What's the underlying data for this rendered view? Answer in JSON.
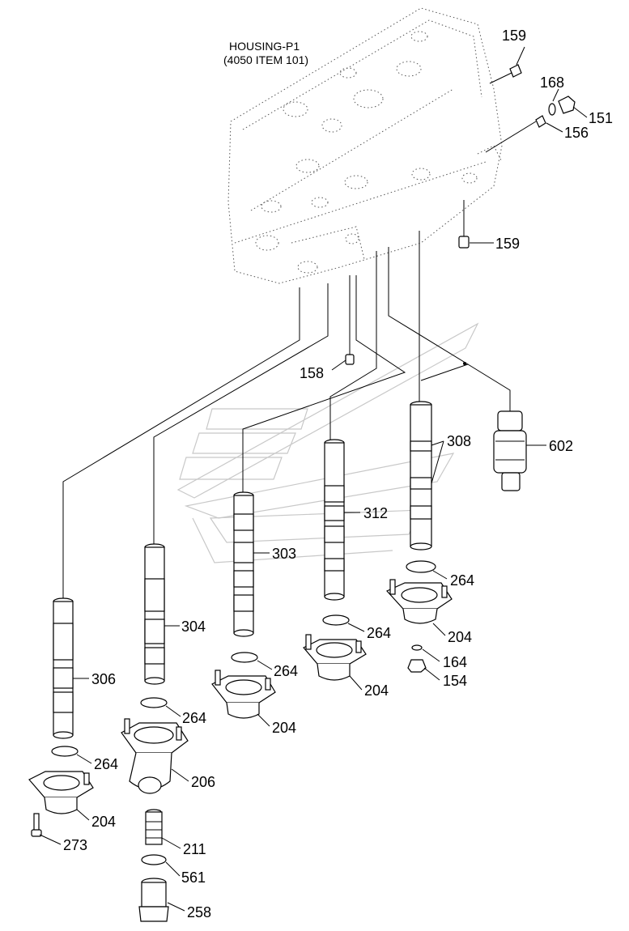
{
  "title": {
    "line1": "HOUSING-P1",
    "line2": "(4050 ITEM 101)"
  },
  "labels": {
    "l159a": "159",
    "l168": "168",
    "l151": "151",
    "l156": "156",
    "l159b": "159",
    "l158": "158",
    "l602": "602",
    "l308": "308",
    "l312": "312",
    "l303": "303",
    "l304": "304",
    "l306": "306",
    "l264a": "264",
    "l264b": "264",
    "l264c": "264",
    "l264d": "264",
    "l264e": "264",
    "l204a": "204",
    "l204b": "204",
    "l204c": "204",
    "l204d": "204",
    "l164": "164",
    "l154": "154",
    "l206": "206",
    "l211": "211",
    "l561": "561",
    "l258": "258",
    "l273": "273"
  }
}
